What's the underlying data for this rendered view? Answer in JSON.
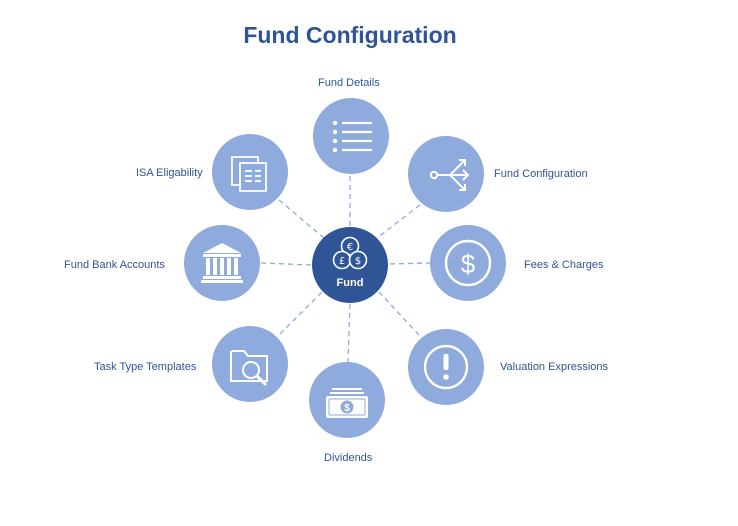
{
  "title": "Fund Configuration",
  "center": {
    "label": "Fund",
    "icon": "currency-coins-icon"
  },
  "nodes": [
    {
      "label": "Fund Details",
      "icon": "list-icon"
    },
    {
      "label": "Fund Configuration",
      "icon": "split-arrows-icon"
    },
    {
      "label": "Fees & Charges",
      "icon": "dollar-circle-icon"
    },
    {
      "label": "Valuation Expressions",
      "icon": "exclamation-circle-icon"
    },
    {
      "label": "Dividends",
      "icon": "banknote-icon"
    },
    {
      "label": "Task Type Templates",
      "icon": "folder-search-icon"
    },
    {
      "label": "Fund Bank Accounts",
      "icon": "bank-icon"
    },
    {
      "label": "ISA Eligability",
      "icon": "documents-icon"
    }
  ],
  "colors": {
    "title": "#2f5597",
    "node_fill": "#8faadc",
    "center_fill": "#2f5597",
    "connector": "#8faadc",
    "label": "#2f5597"
  }
}
